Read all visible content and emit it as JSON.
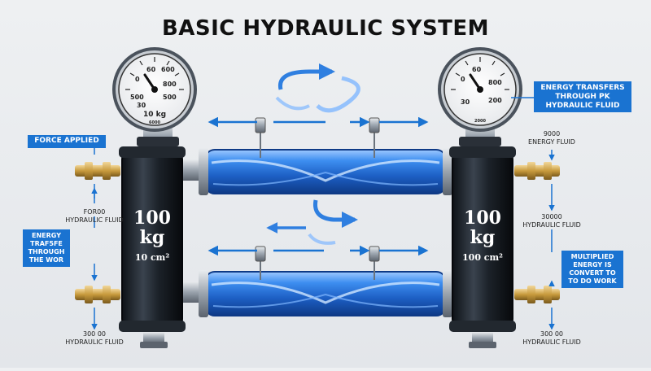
{
  "title": "BASIC HYDRAULIC SYSTEM",
  "left": {
    "force_label": "FORCE APPLIED",
    "top_note": "FOR00\nHYDRAULIC FLUID",
    "energy_label": "ENERGY\nTRAF5FE\nTHROUGH\nTHE WOR",
    "bottom_note": "300 00\nHYDRAULIC FLUID",
    "cylinder_big": "100\nkg",
    "cylinder_unit": "10 cm²",
    "gauge_unit": "10 kg",
    "gauge_small": "6000",
    "gauge_numbers": [
      "0",
      "60",
      "600",
      "800",
      "500",
      "500",
      "30"
    ]
  },
  "right": {
    "energy_transfers_label": "ENERGY TRANSFERS\nTHROUGH PK\nHYDRAULIC FLUID",
    "top_note": "9000\nENERGY FLUID",
    "mid_note": "30000\nHYDRAULIC FLUID",
    "multiplied_label": "MULTIPLIED\nENERGY IS\nCONVERT TO\nTO DO WORK",
    "bottom_note": "300 00\nHYDRAULIC FLUID",
    "cylinder_big": "100\nkg",
    "cylinder_unit": "100 cm²",
    "gauge_small": "2000",
    "gauge_numbers": [
      "0",
      "60",
      "800",
      "200",
      "30"
    ]
  },
  "colors": {
    "accent": "#1a73d1",
    "fluid": "#2f7fe0",
    "cylinder": "#1b2027",
    "brass": "#c79a3c"
  }
}
